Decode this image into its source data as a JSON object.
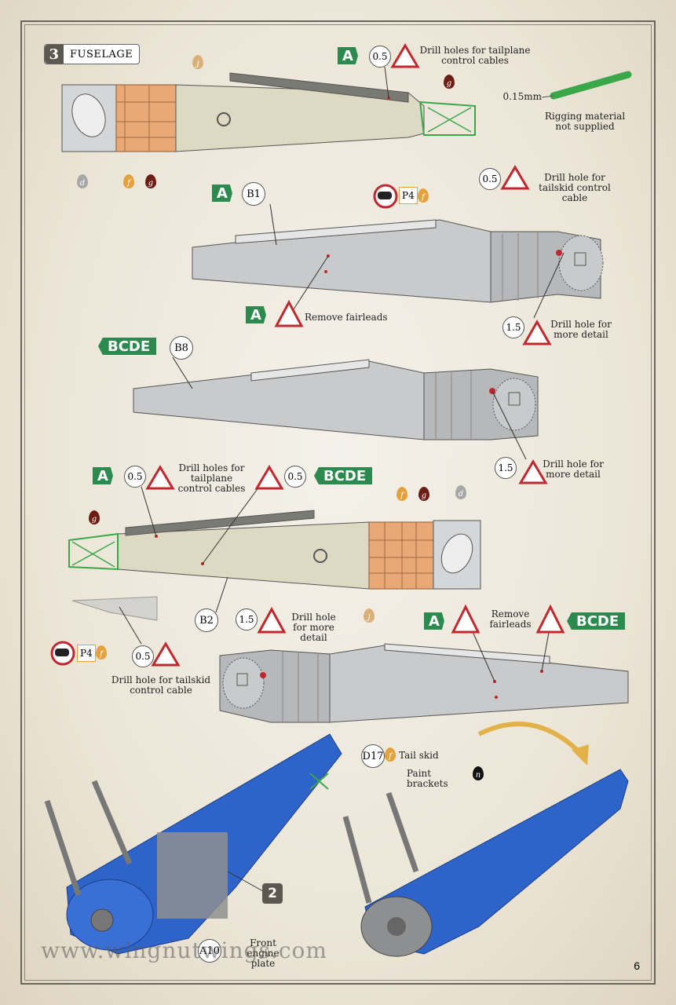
{
  "step": {
    "number": "3",
    "title": "FUSELAGE"
  },
  "labels": {
    "drill_tailplane_top": "Drill holes for tailplane control cables",
    "rigging": "Rigging material not supplied",
    "rigging_size": "0.15mm",
    "drill_tailskid_top": "Drill hole for tailskid control cable",
    "remove_fairleads_1": "Remove fairleads",
    "drill_detail_1": "Drill hole for more detail",
    "drill_detail_2": "Drill hole for more detail",
    "drill_tailplane_mid": "Drill holes for tailplane control cables",
    "drill_detail_3": "Drill hole for more detail",
    "remove_fairleads_2": "Remove fairleads",
    "drill_tailskid_bottom": "Drill hole for tailskid control cable",
    "tail_skid": "Tail skid",
    "paint_brackets": "Paint brackets",
    "front_engine_plate": "Front engine plate"
  },
  "versions": {
    "a": "A",
    "bcde": "BCDE"
  },
  "sizes": {
    "s05": "0.5",
    "s15": "1.5",
    "mm": "mm"
  },
  "parts": {
    "b1": "B1",
    "b8": "B8",
    "b2": "B2",
    "d17": "D17",
    "a10": "A10",
    "p4": "P4"
  },
  "paints": {
    "d": "d",
    "f": "f",
    "g": "g",
    "j": "j",
    "n": "n"
  },
  "ref_step": "2",
  "website": "www.wingnutwings.com",
  "page_number": "6",
  "colors": {
    "green": "#2d8a4e",
    "red": "#c0282e",
    "blue": "#2e63c9",
    "grey_fuselage": "#c9cacb",
    "wood": "#e8a977",
    "linen": "#ddd9c2"
  }
}
